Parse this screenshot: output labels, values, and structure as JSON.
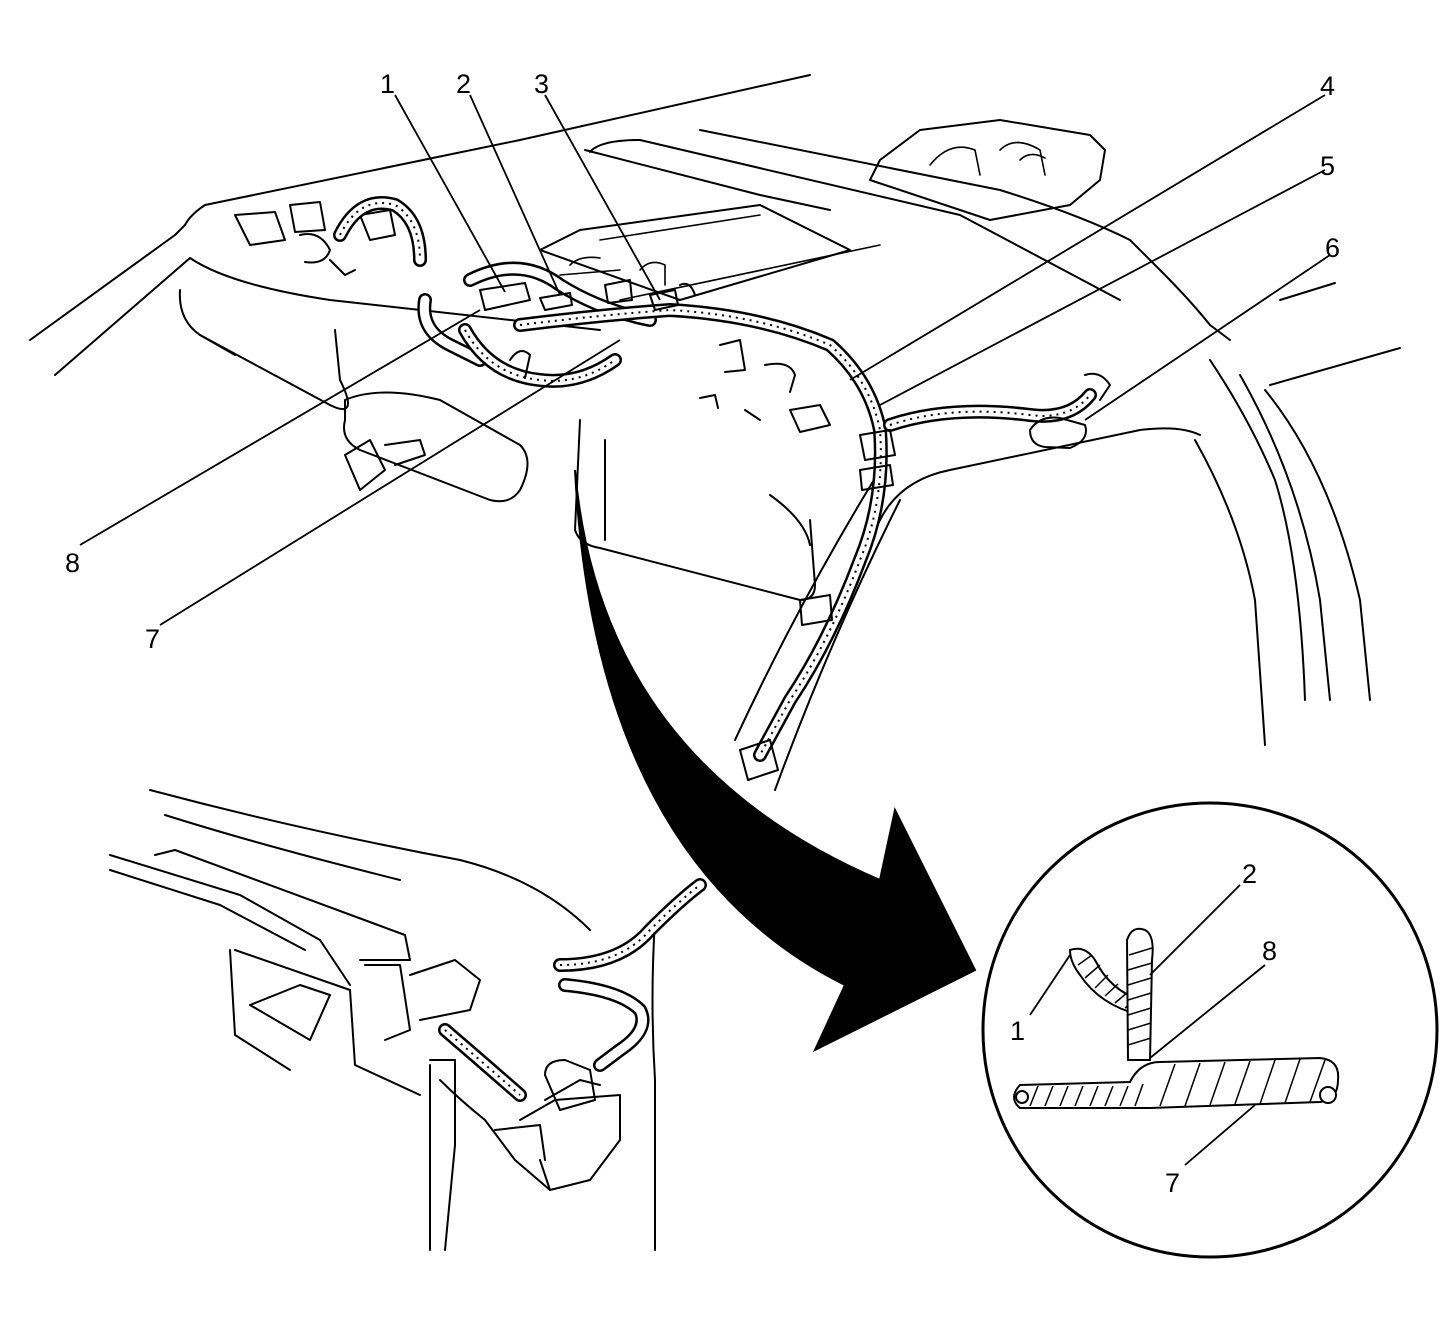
{
  "figure": {
    "callouts": [
      {
        "id": "1",
        "label": "1"
      },
      {
        "id": "2",
        "label": "2"
      },
      {
        "id": "3",
        "label": "3"
      },
      {
        "id": "4",
        "label": "4"
      },
      {
        "id": "5",
        "label": "5"
      },
      {
        "id": "6",
        "label": "6"
      },
      {
        "id": "7",
        "label": "7"
      },
      {
        "id": "8",
        "label": "8"
      }
    ],
    "detail_callouts": [
      {
        "id": "1",
        "label": "1"
      },
      {
        "id": "2",
        "label": "2"
      },
      {
        "id": "8",
        "label": "8"
      },
      {
        "id": "7",
        "label": "7"
      }
    ]
  }
}
